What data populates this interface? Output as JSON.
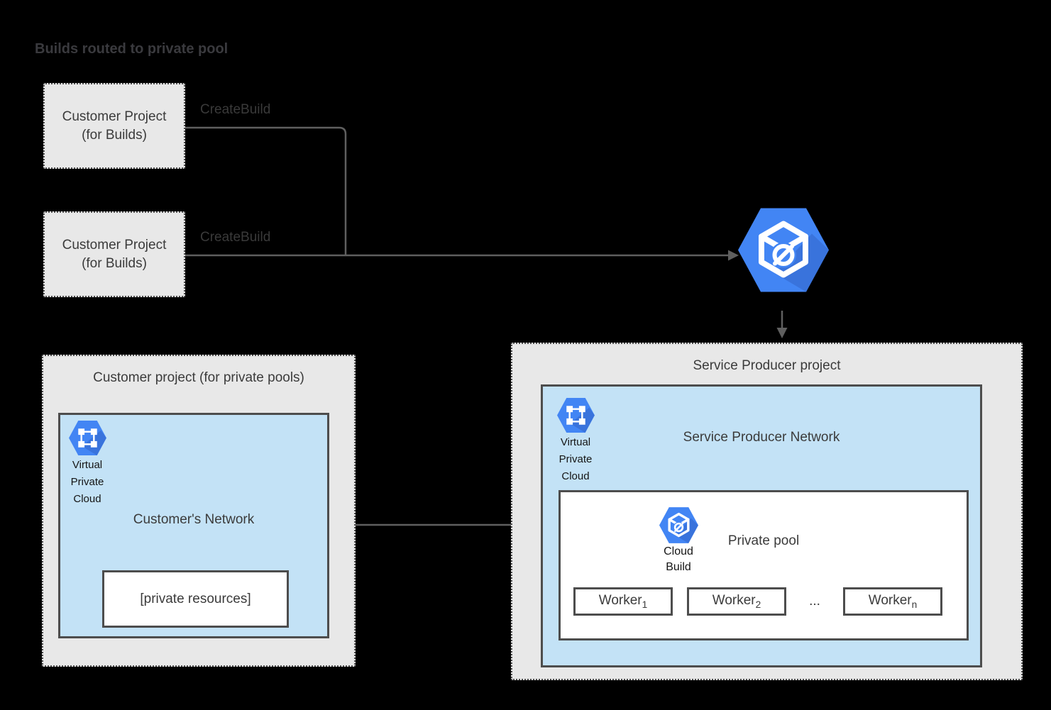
{
  "title": "Builds routed to private pool",
  "edges": {
    "create_build_1": "CreateBuild",
    "create_build_2": "CreateBuild"
  },
  "customer_build_projects": [
    {
      "name_line1": "Customer Project",
      "name_line2": "(for Builds)"
    },
    {
      "name_line1": "Customer Project",
      "name_line2": "(for Builds)"
    }
  ],
  "customer_pool_project": {
    "title": "Customer project (for private pools)",
    "network": {
      "vpc_caption": [
        "Virtual",
        "Private",
        "Cloud"
      ],
      "label": "Customer's Network",
      "private_resources": "[private resources]"
    }
  },
  "service_producer_project": {
    "title": "Service Producer project",
    "network": {
      "vpc_caption": [
        "Virtual",
        "Private",
        "Cloud"
      ],
      "label": "Service Producer Network",
      "private_pool": {
        "icon_caption": [
          "Cloud",
          "Build"
        ],
        "label": "Private pool",
        "ellipsis": "...",
        "workers": [
          {
            "base": "Worker",
            "sub": "1"
          },
          {
            "base": "Worker",
            "sub": "2"
          },
          {
            "base": "Worker",
            "sub": "n"
          }
        ]
      }
    }
  },
  "colors": {
    "background": "#000000",
    "project_fill": "#e8e8e8",
    "network_fill": "#c3e2f6",
    "border": "#4d4d4d",
    "connector": "#5f5f5f",
    "icon_blue": "#4285f4",
    "icon_shadow": "#2f62c4",
    "text": "#3b3b3b"
  }
}
